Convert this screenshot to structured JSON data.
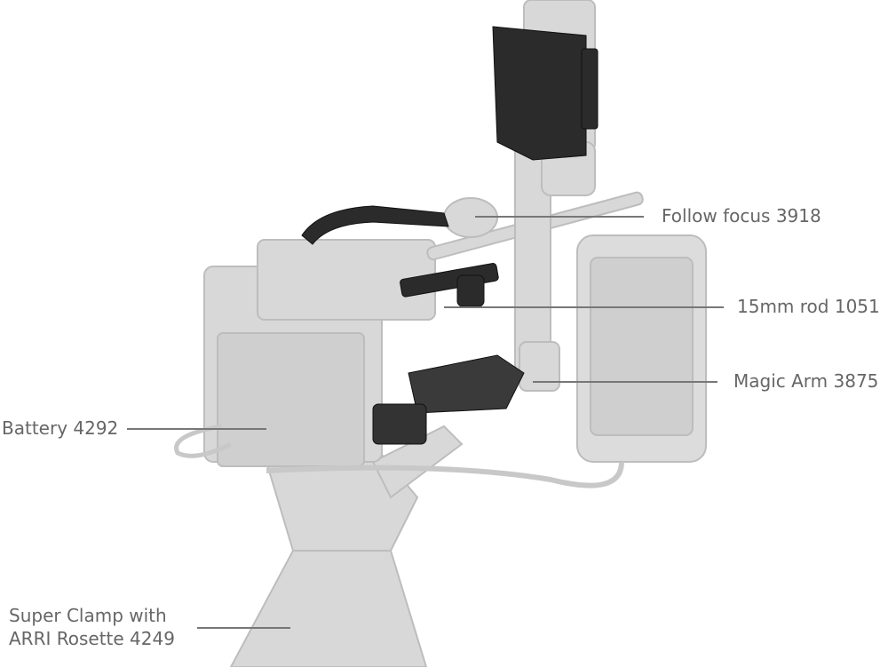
{
  "callouts": {
    "follow_focus": "Follow focus 3918",
    "rod": "15mm rod 1051",
    "magic_arm": "Magic Arm 3875",
    "battery": "Battery 4292",
    "super_clamp_line1": "Super Clamp with",
    "super_clamp_line2": "ARRI Rosette 4249"
  },
  "colors": {
    "faded_part": "#d6d6d6",
    "highlight_part": "#2b2b2b",
    "label_text": "#666666"
  }
}
